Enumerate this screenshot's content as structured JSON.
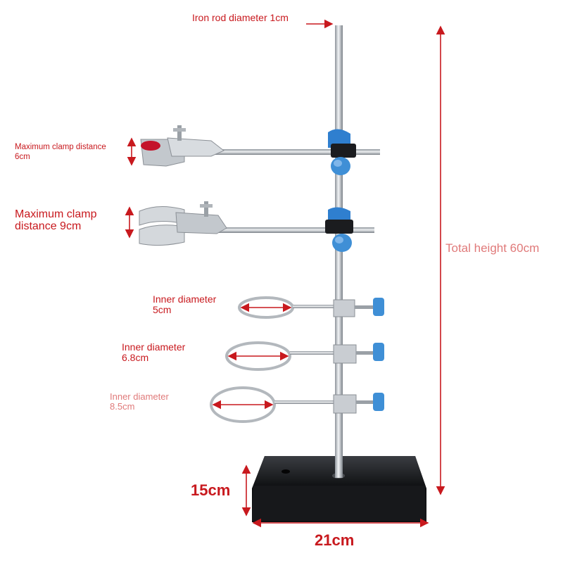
{
  "labels": {
    "rod_diameter": "Iron rod diameter 1cm",
    "clamp_small_line1": "Maximum clamp distance",
    "clamp_small_line2": "6cm",
    "clamp_large_line1": "Maximum clamp",
    "clamp_large_line2": "distance 9cm",
    "ring_small_line1": "Inner diameter",
    "ring_small_line2": "5cm",
    "ring_medium_line1": "Inner diameter",
    "ring_medium_line2": "6.8cm",
    "ring_large_line1": "Inner diameter",
    "ring_large_line2": "8.5cm",
    "total_height": "Total height 60cm",
    "base_depth": "15cm",
    "base_width": "21cm"
  },
  "colors": {
    "annotation": "#c8191e",
    "annotation_light": "#e07a7a",
    "knob_blue": "#3f8fd6",
    "metal": "#b9bec4",
    "base": "#1b1d20",
    "clamp_pad": "#c4142b"
  }
}
